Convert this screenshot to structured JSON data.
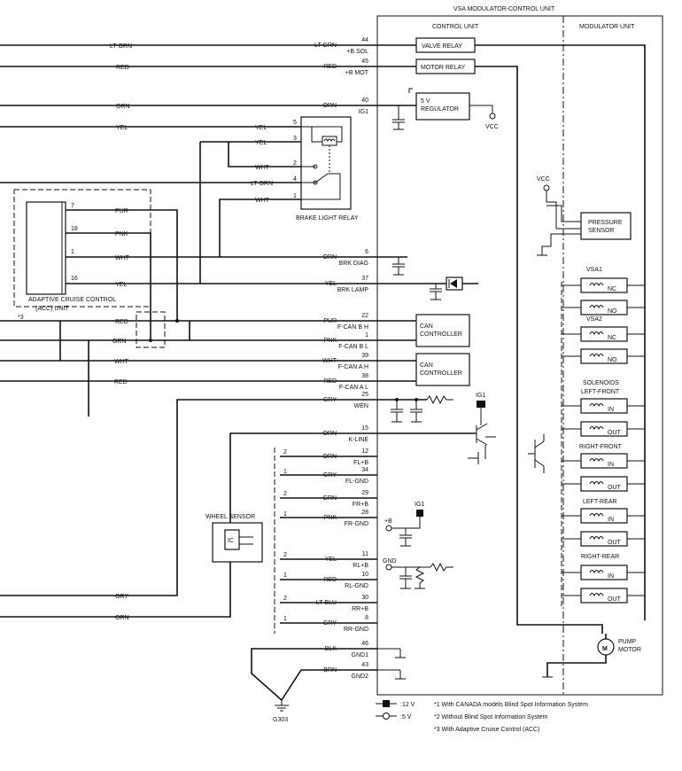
{
  "unit": {
    "title": "VSA MODULATOR-CONTROL UNIT",
    "control": "CONTROL UNIT",
    "modulator": "MODULATOR UNIT"
  },
  "blocks": {
    "valve_relay": "VALVE RELAY",
    "motor_relay": "MOTOR RELAY",
    "regulator_1": "5 V",
    "regulator_2": "REGULATOR",
    "vcc": "VCC",
    "can_1": "CAN",
    "can_2": "CONTROLLER",
    "pressure_1": "PRESSURE",
    "pressure_2": "SENSOR",
    "ig1": "IG1",
    "plus_b": "+B",
    "gnd": "GND"
  },
  "brake_relay": {
    "label": "BRAKE LIGHT RELAY",
    "pins": [
      "5",
      "3",
      "2",
      "4",
      "1"
    ],
    "wires": [
      "YEL",
      "YEL",
      "WHT",
      "LT GRN",
      "WHT"
    ]
  },
  "acc": {
    "label_1": "ADAPTIVE CRUISE CONTROL",
    "label_2": "(ACC) UNIT",
    "note": "*3",
    "pins": [
      "7",
      "18",
      "1",
      "16"
    ],
    "wires": [
      "PUR",
      "PNK",
      "WHT",
      "YEL"
    ]
  },
  "left_wires": [
    "LT GRN",
    "RED",
    "ORN",
    "YEL",
    "RED",
    "GRN",
    "WHT",
    "RED",
    "GRY",
    "ORN"
  ],
  "unit_pins": [
    {
      "n": "44",
      "color": "LT GRN",
      "sig": "+B SOL"
    },
    {
      "n": "45",
      "color": "RED",
      "sig": "+B MOT"
    },
    {
      "n": "40",
      "color": "ORN",
      "sig": "IG1"
    },
    {
      "n": "6",
      "color": "ORN",
      "sig": "BRK DIAG"
    },
    {
      "n": "37",
      "color": "YEL",
      "sig": "BRK LAMP"
    },
    {
      "n": "22",
      "color": "PUR",
      "sig": "F-CAN B H"
    },
    {
      "n": "1",
      "color": "PNK",
      "sig": "F-CAN B L"
    },
    {
      "n": "39",
      "color": "WHT",
      "sig": "F-CAN A H"
    },
    {
      "n": "38",
      "color": "RED",
      "sig": "F-CAN A L"
    },
    {
      "n": "25",
      "color": "GRY",
      "sig": "WEN"
    },
    {
      "n": "15",
      "color": "ORN",
      "sig": "K-LINE"
    },
    {
      "n": "12",
      "color": "ORN",
      "sig": "FL+B"
    },
    {
      "n": "34",
      "color": "GRY",
      "sig": "FL-GND"
    },
    {
      "n": "29",
      "color": "GRN",
      "sig": "FR+B"
    },
    {
      "n": "28",
      "color": "PNK",
      "sig": "FR-GND"
    },
    {
      "n": "11",
      "color": "YEL",
      "sig": "RL+B"
    },
    {
      "n": "10",
      "color": "RED",
      "sig": "RL-GND"
    },
    {
      "n": "30",
      "color": "LT BLU",
      "sig": "RR+B"
    },
    {
      "n": "8",
      "color": "GRY",
      "sig": "RR-GND"
    },
    {
      "n": "46",
      "color": "BLK",
      "sig": "GND1"
    },
    {
      "n": "43",
      "color": "BRN",
      "sig": "GND2"
    }
  ],
  "wheel_sensor": {
    "label": "WHEEL SENSOR",
    "ic": "IC",
    "p2": "2",
    "p1": "1"
  },
  "modulator": {
    "vsa1": "VSA1",
    "vsa2": "VSA2",
    "nc": "NC",
    "no": "NO",
    "solenoids": "SOLENOIDS",
    "in": "IN",
    "out": "OUT",
    "wheels": [
      "LEFT-FRONT",
      "RIGHT-FRONT",
      "LEFT-REAR",
      "RIGHT-REAR"
    ],
    "pump_1": "PUMP",
    "pump_2": "MOTOR",
    "m": "M"
  },
  "ground": "G303",
  "legend": {
    "v12": ":12 V",
    "v5": ":5 V",
    "n1": "*1 With CANADA models Blind Spot Information System",
    "n2": "*2 Without Blind Spot Information System",
    "n3": "*3 With Adaptive Cruise Control (ACC)"
  }
}
